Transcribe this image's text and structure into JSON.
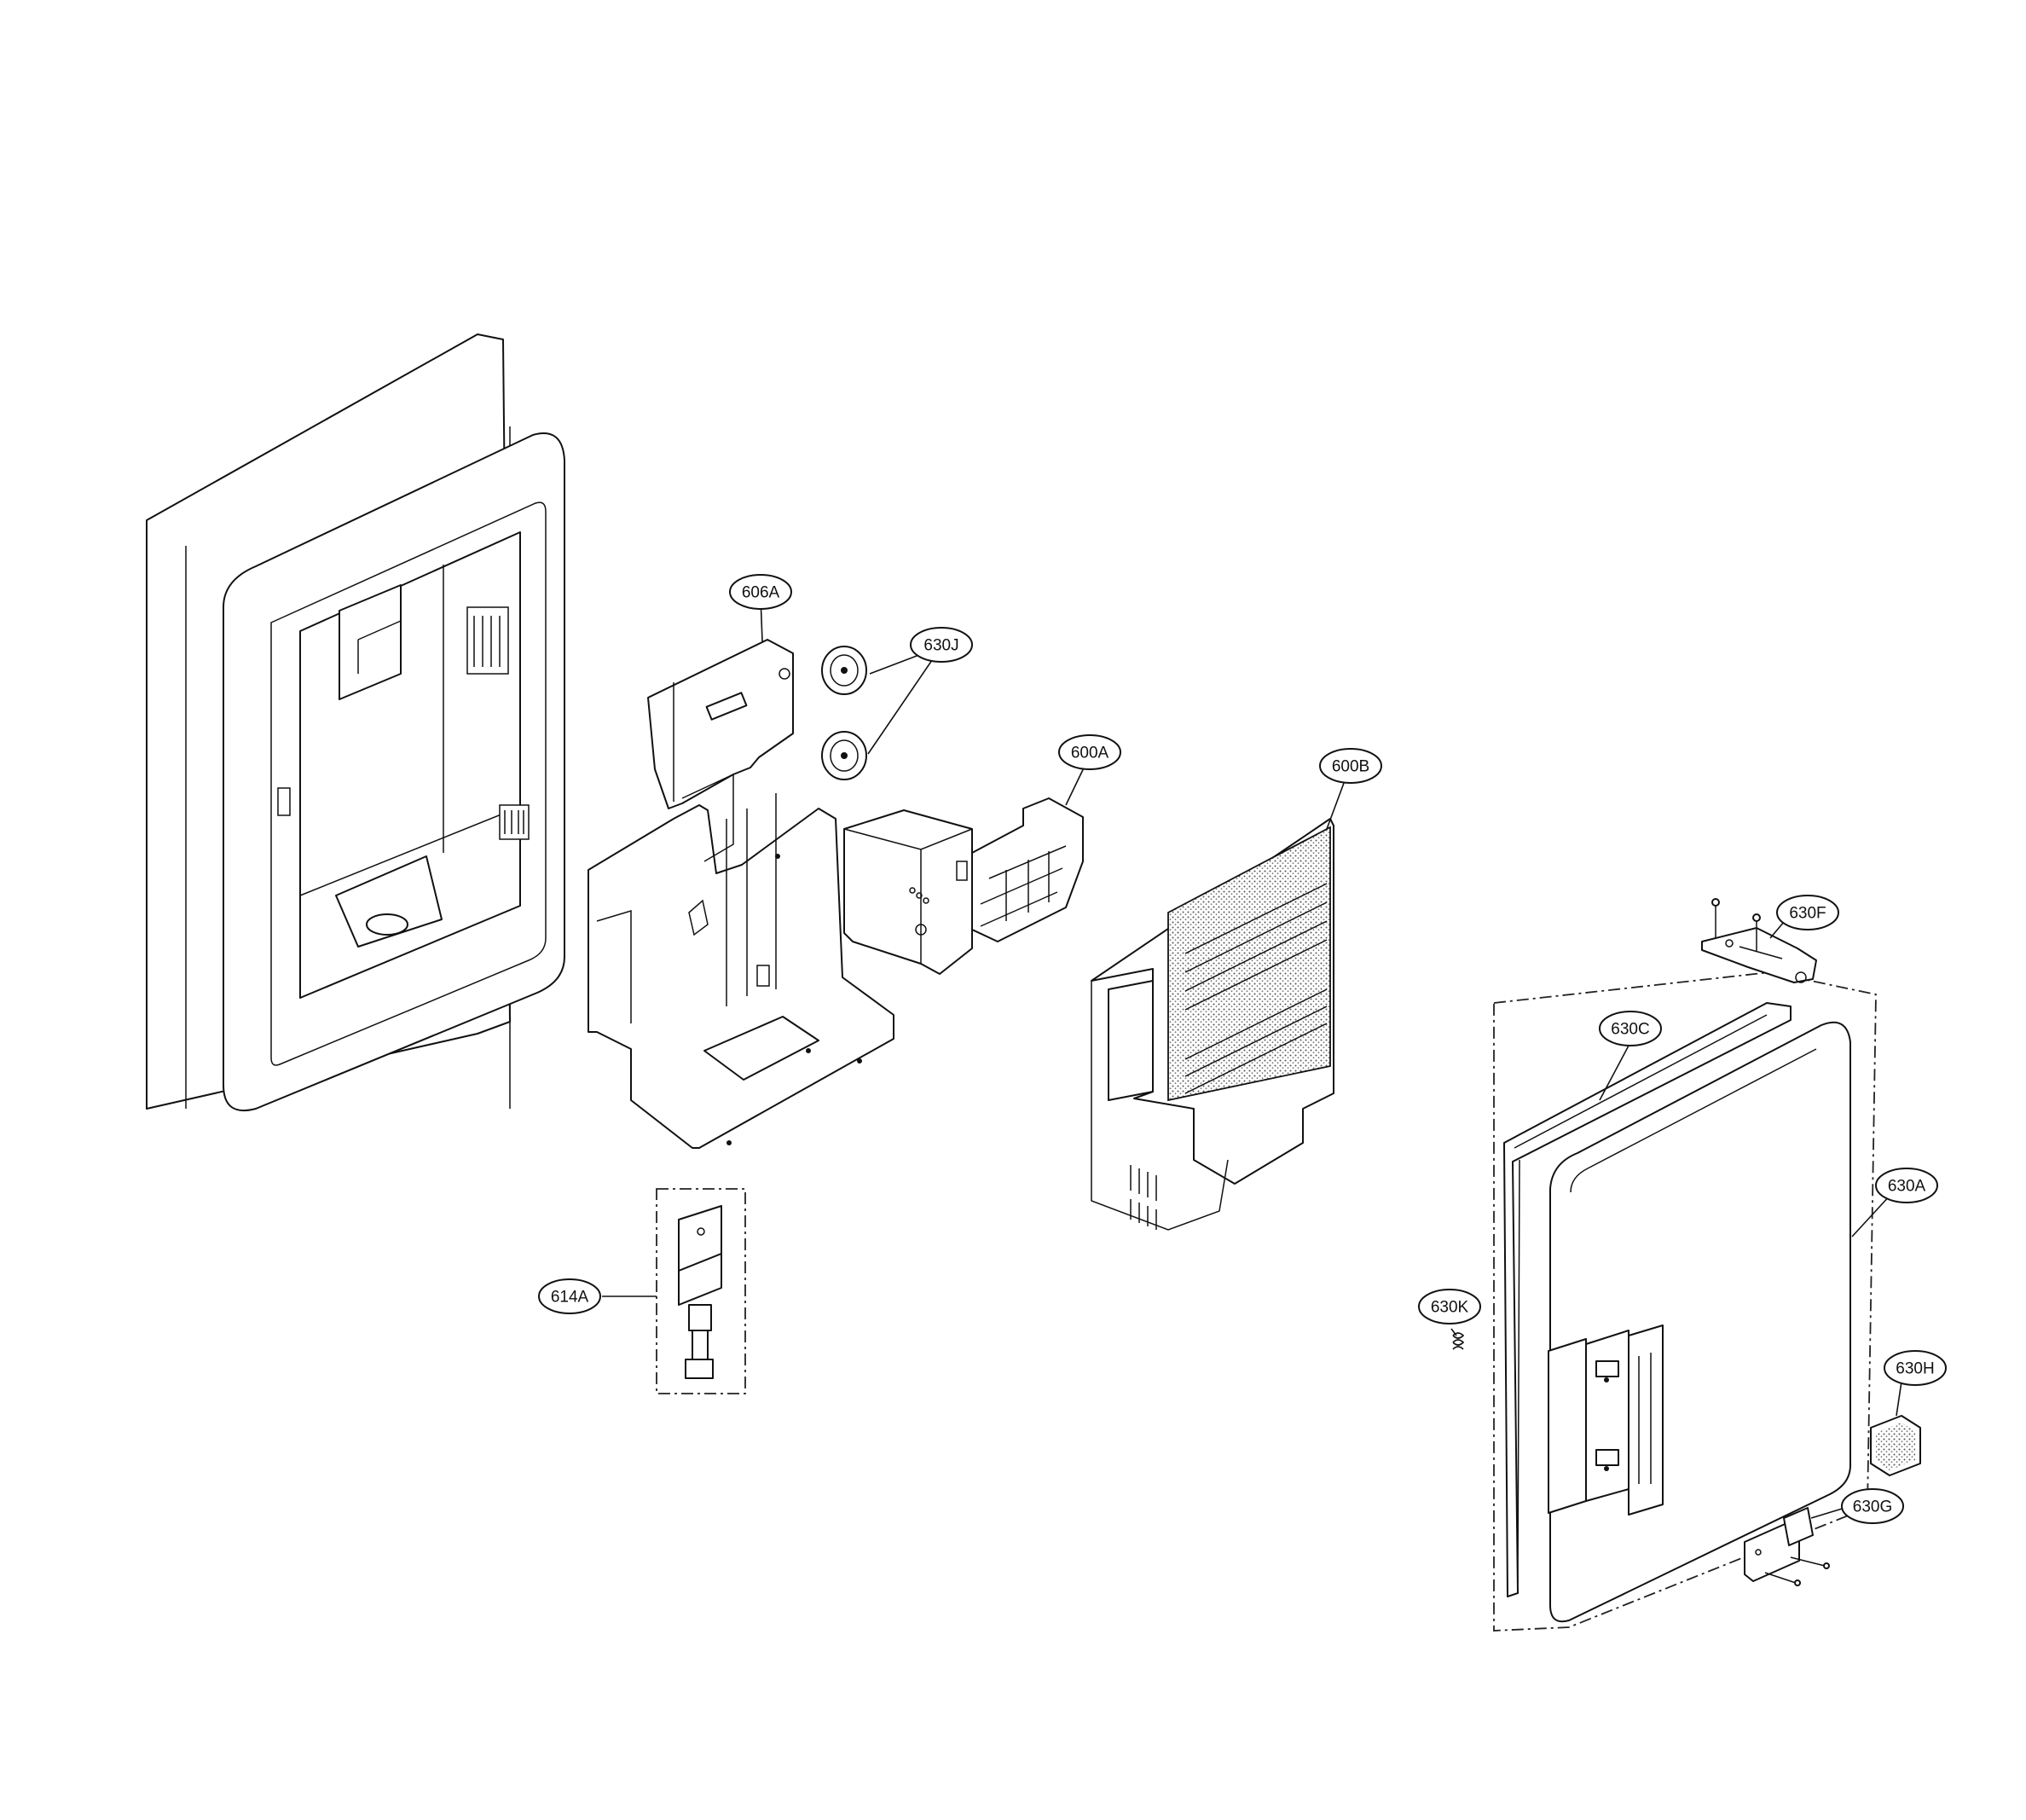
{
  "diagram": {
    "callouts": [
      {
        "id": "606A",
        "label": "606A"
      },
      {
        "id": "630J",
        "label": "630J"
      },
      {
        "id": "600A",
        "label": "600A"
      },
      {
        "id": "600B",
        "label": "600B"
      },
      {
        "id": "630F",
        "label": "630F"
      },
      {
        "id": "630C",
        "label": "630C"
      },
      {
        "id": "630A",
        "label": "630A"
      },
      {
        "id": "630K",
        "label": "630K"
      },
      {
        "id": "630H",
        "label": "630H"
      },
      {
        "id": "630G",
        "label": "630G"
      },
      {
        "id": "614A",
        "label": "614A"
      }
    ]
  }
}
